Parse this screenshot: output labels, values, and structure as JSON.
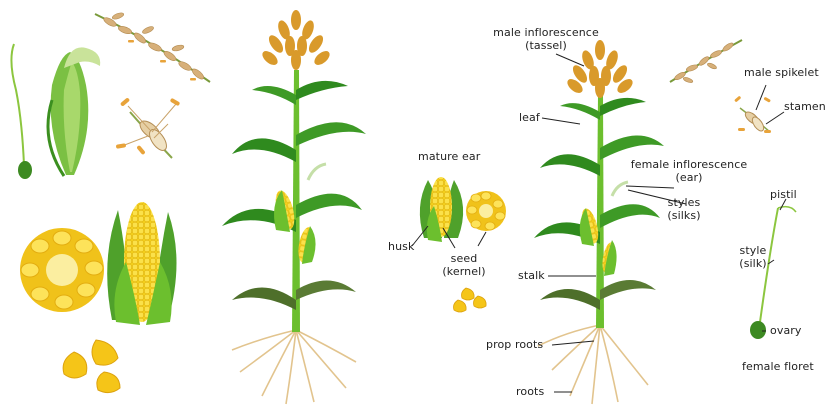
{
  "labels": {
    "male_inflorescence": "male inflorescence",
    "tassel": "(tassel)",
    "male_spikelet": "male spikelet",
    "stamen": "stamen",
    "leaf": "leaf",
    "mature_ear": "mature ear",
    "female_inflorescence": "female inflorescence",
    "ear": "(ear)",
    "styles": "styles",
    "silks": "(silks)",
    "pistil": "pistil",
    "husk": "husk",
    "seed": "seed",
    "kernel": "(kernel)",
    "style": "style",
    "silk": "(silk)",
    "stalk": "stalk",
    "ovary": "ovary",
    "prop_roots": "prop roots",
    "female_floret": "female floret",
    "roots": "roots"
  },
  "colors": {
    "leaf_dark": "#2f8a1e",
    "leaf_light": "#6cbf2e",
    "kernel": "#f5d21b",
    "tassel": "#d99a2b",
    "root": "#e2c48e",
    "line": "#222222"
  }
}
